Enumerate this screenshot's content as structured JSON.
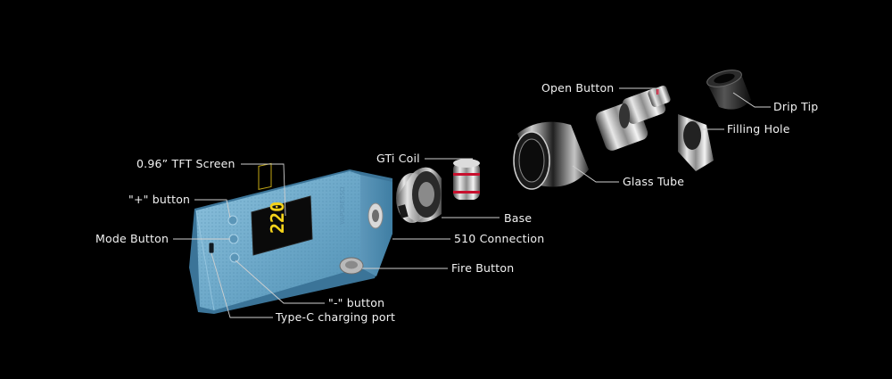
{
  "diagram": {
    "callouts": [
      {
        "id": "open-button",
        "text": "Open Button"
      },
      {
        "id": "drip-tip",
        "text": "Drip Tip"
      },
      {
        "id": "filling-hole",
        "text": "Filling Hole"
      },
      {
        "id": "tft-screen",
        "text": "0.96” TFT Screen"
      },
      {
        "id": "gti-coil",
        "text": "GTi Coil"
      },
      {
        "id": "glass-tube",
        "text": "Glass Tube"
      },
      {
        "id": "plus-button",
        "text": "\"+\" button"
      },
      {
        "id": "base",
        "text": "Base"
      },
      {
        "id": "mode-button",
        "text": "Mode Button"
      },
      {
        "id": "510-connection",
        "text": "510 Connection"
      },
      {
        "id": "fire-button",
        "text": "Fire Button"
      },
      {
        "id": "minus-button",
        "text": "\"-\" button"
      },
      {
        "id": "type-c-port",
        "text": "Type-C charging port"
      }
    ],
    "screen_reading": "220",
    "device_engraving": "VAPORESSO",
    "colors": {
      "background": "#000000",
      "mod_body": "#6fa9c9",
      "screen_text": "#f4d21a",
      "coil_ring": "#c8102e",
      "label_text": "#f2f2f2"
    }
  }
}
